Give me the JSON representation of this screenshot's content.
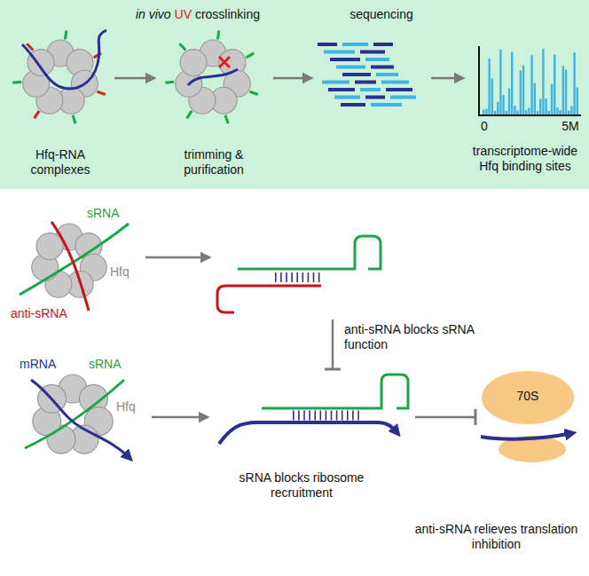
{
  "diagram": {
    "nodes": [
      {
        "text": [
          "Hfq-RNA complexes"
        ]
      },
      {
        "text": [
          "trimming & purification"
        ]
      },
      {
        "text": [
          "sequencing"
        ]
      },
      {
        "text": [
          "transcriptome-wide Hfq binding sites"
        ]
      },
      {
        "text": [
          "sRNA",
          "anti-sRNA",
          "Hfq"
        ]
      },
      {
        "text": []
      },
      {
        "text": [
          "mRNA",
          "sRNA",
          "Hfq"
        ]
      },
      {
        "text": [
          "sRNA blocks ribosome recruitment"
        ]
      },
      {
        "text": [
          "70S"
        ]
      }
    ],
    "edges": [
      {
        "from": 0,
        "to": 1,
        "arrow": "to",
        "label": "in vivo UV crosslinking"
      },
      {
        "from": 1,
        "to": 2,
        "arrow": "to"
      },
      {
        "from": 2,
        "to": 3,
        "arrow": "to"
      },
      {
        "from": 4,
        "to": 5,
        "arrow": "to"
      },
      {
        "from": 6,
        "to": 7,
        "arrow": "to"
      },
      {
        "from": 5,
        "to": 7,
        "arrow": "to",
        "label": "anti-sRNA blocks sRNA function"
      },
      {
        "from": 7,
        "to": 8,
        "arrow": "to"
      }
    ],
    "labels": [
      "0",
      "5M",
      "anti-sRNA relieves translation inhibition"
    ]
  }
}
